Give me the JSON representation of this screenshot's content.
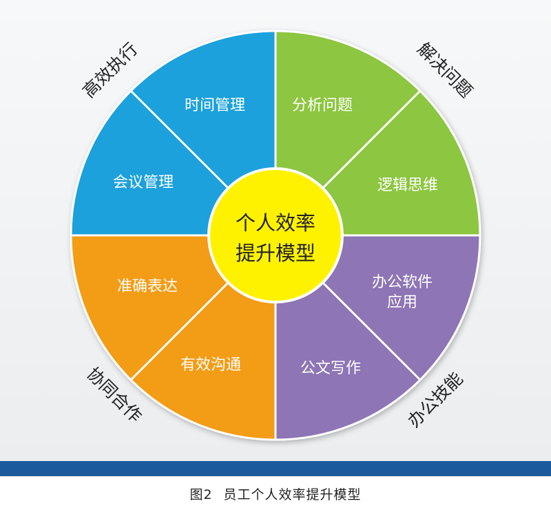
{
  "caption": {
    "figure_no": "图2",
    "title": "员工个人效率提升模型"
  },
  "center": {
    "line1": "个人效率",
    "line2": "提升模型"
  },
  "categories": [
    {
      "key": "efficiency",
      "label": "高效执行",
      "color": "#1aa1dc"
    },
    {
      "key": "problem",
      "label": "解决问题",
      "color": "#8dc63f"
    },
    {
      "key": "office",
      "label": "办公技能",
      "color": "#8e74b5"
    },
    {
      "key": "collab",
      "label": "协同合作",
      "color": "#f39c12"
    }
  ],
  "segments": [
    {
      "label": "分析问题",
      "category": "problem"
    },
    {
      "label": "逻辑思维",
      "category": "problem"
    },
    {
      "label": "办公软件应用",
      "line1": "办公软件",
      "line2": "应用",
      "category": "office"
    },
    {
      "label": "公文写作",
      "category": "office"
    },
    {
      "label": "有效沟通",
      "category": "collab"
    },
    {
      "label": "准确表达",
      "category": "collab"
    },
    {
      "label": "会议管理",
      "category": "efficiency"
    },
    {
      "label": "时间管理",
      "category": "efficiency"
    }
  ]
}
